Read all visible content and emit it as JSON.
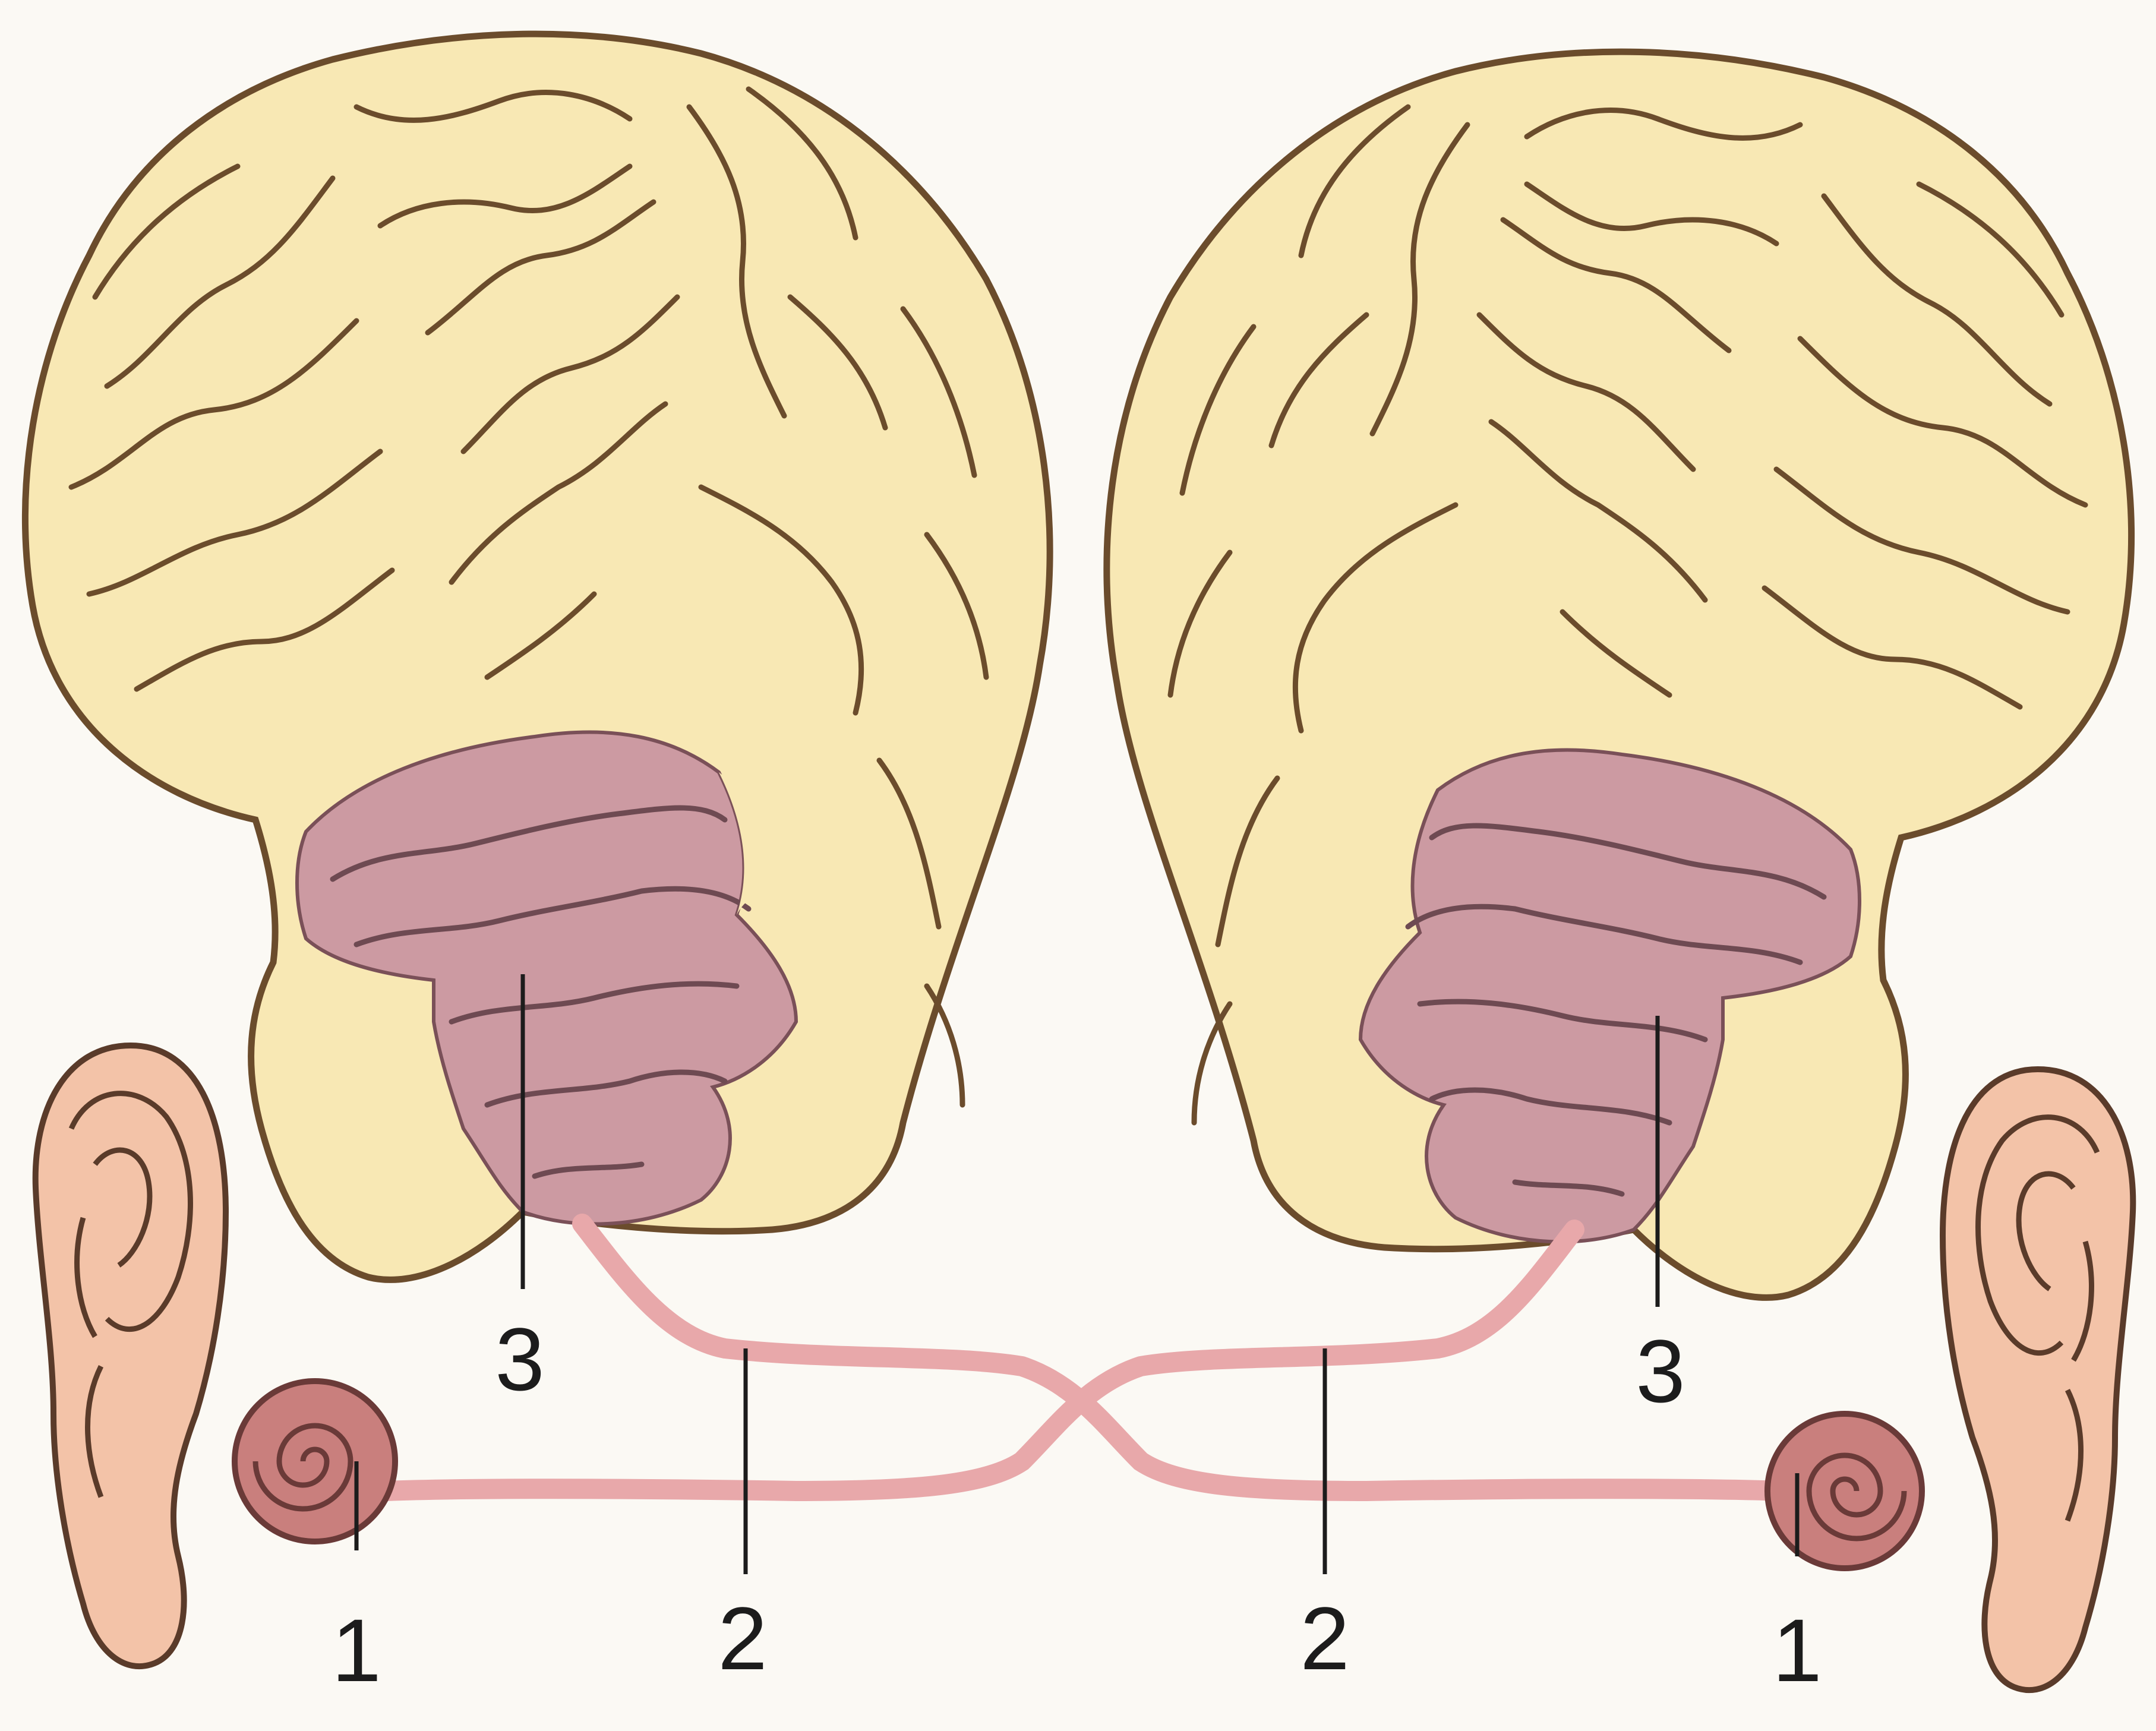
{
  "colors": {
    "background": "#fbf9f4",
    "cortex": "#f8e8b4",
    "auditory_cortex": "#cc9aa2",
    "nerve": "#e8a8aa",
    "ear": "#f3c3a8",
    "cochlea": "#c97f7d",
    "outline": "#6b4c2c"
  },
  "labels": {
    "left_receptor": "1",
    "left_nerve": "2",
    "left_cortex": "3",
    "right_receptor": "1",
    "right_nerve": "2",
    "right_cortex": "3"
  },
  "icons": {
    "left_ear": "ear-icon",
    "right_ear": "ear-icon",
    "left_cochlea": "cochlea-icon",
    "right_cochlea": "cochlea-icon"
  }
}
